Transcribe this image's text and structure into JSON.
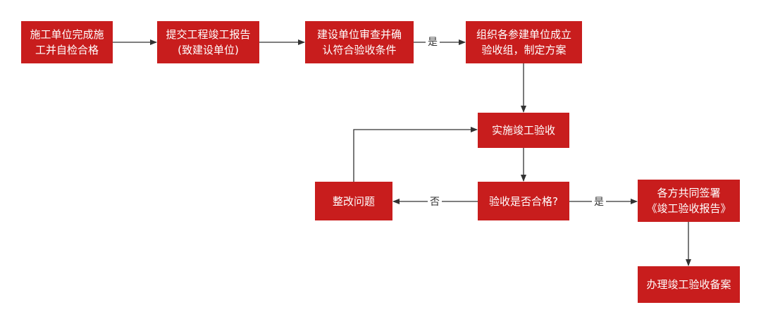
{
  "colors": {
    "node_fill": "#c81d1d",
    "node_text": "#ffffff",
    "edge": "#333333"
  },
  "nodes": {
    "start": "施工单位完成施\n工并自检合格",
    "submit_report": "提交工程竣工报告\n(致建设单位)",
    "review": "建设单位审查并确\n认符合验收条件",
    "organize": "组织各参建单位成立\n验收组，制定方案",
    "implement": "实施竣工验收",
    "decision": "验收是否合格?",
    "rectify": "整改问题",
    "sign_report": "各方共同签署\n《竣工验收报告》",
    "filing": "办理竣工验收备案"
  },
  "edge_labels": {
    "yes_top": "是",
    "no": "否",
    "yes_right": "是"
  }
}
